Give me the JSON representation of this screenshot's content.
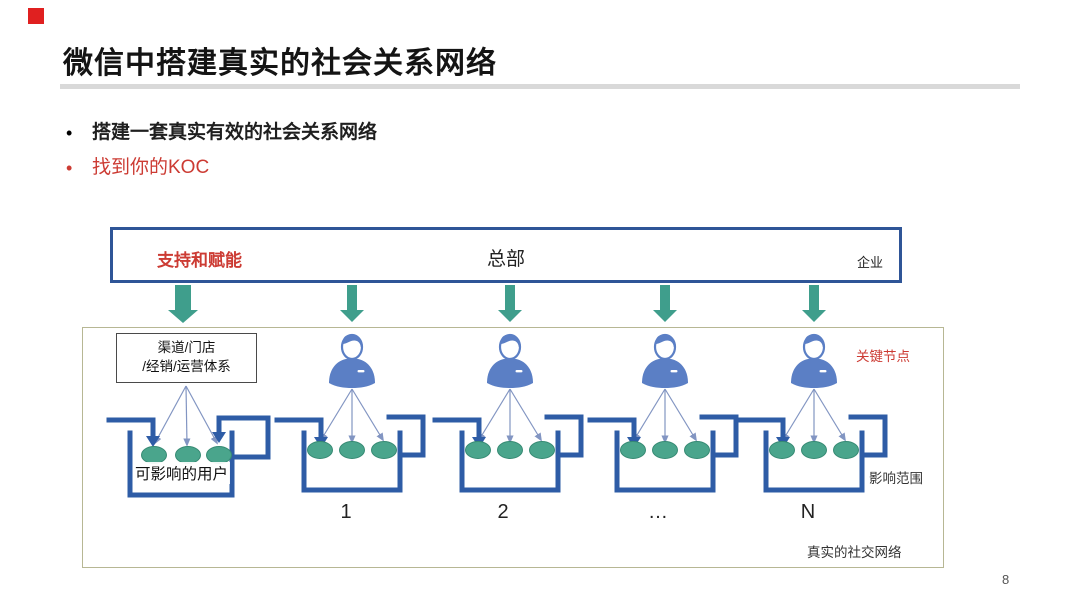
{
  "slide": {
    "title": "微信中搭建真实的社会关系网络",
    "page_number": "8",
    "bullets": [
      {
        "text": "搭建一套真实有效的社会关系网络"
      },
      {
        "text": "找到你的KOC"
      }
    ]
  },
  "diagram": {
    "hq_box": {
      "support_label": "支持和赋能",
      "hq_label": "总部",
      "enterprise_label": "企业"
    },
    "channel_box": {
      "line1": "渠道/门店",
      "line2": "/经销/运营体系"
    },
    "influenced_users_label": "可影响的用户",
    "key_node_label": "关键节点",
    "influence_scope_label": "影响范围",
    "network_label": "真实的社交网络",
    "column_numbers": [
      "1",
      "2",
      "…",
      "N"
    ]
  },
  "colors": {
    "accent_red": "#cc3b33",
    "bucket_blue": "#2e5ca6",
    "teal_arrow": "#3f9e8c",
    "dot_green": "#4aa58c",
    "person_blue": "#5b7fc5",
    "fan_arrow": "#8295c2",
    "container_border": "#b7b794"
  }
}
